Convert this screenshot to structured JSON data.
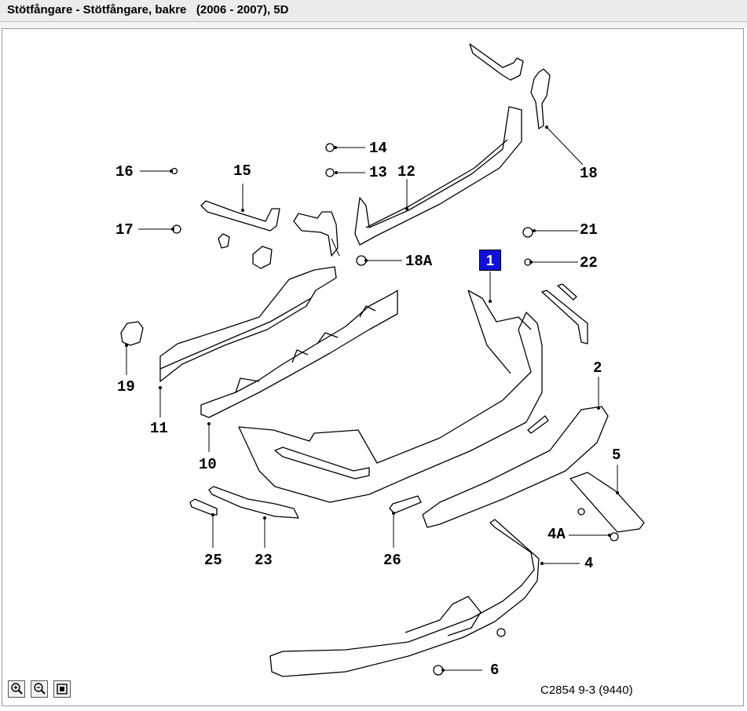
{
  "header": {
    "title": "Stötfångare - Stötfångare, bakre   (2006 - 2007), 5D"
  },
  "highlight": {
    "label": "1"
  },
  "callouts": {
    "c14": "14",
    "c16": "16",
    "c15": "15",
    "c13": "13",
    "c12": "12",
    "c18": "18",
    "c17": "17",
    "c21": "21",
    "c18a": "18A",
    "c22": "22",
    "c2": "2",
    "c19": "19",
    "c11": "11",
    "c10": "10",
    "c5": "5",
    "c4a": "4A",
    "c4": "4",
    "c25": "25",
    "c23": "23",
    "c26": "26",
    "c6": "6"
  },
  "toolbar": {
    "zoom_in": "zoom-in-icon",
    "zoom_out": "zoom-out-icon",
    "fit": "fit-page-icon"
  },
  "footer": {
    "catalog_code": "C2854 9-3 (9440)"
  }
}
